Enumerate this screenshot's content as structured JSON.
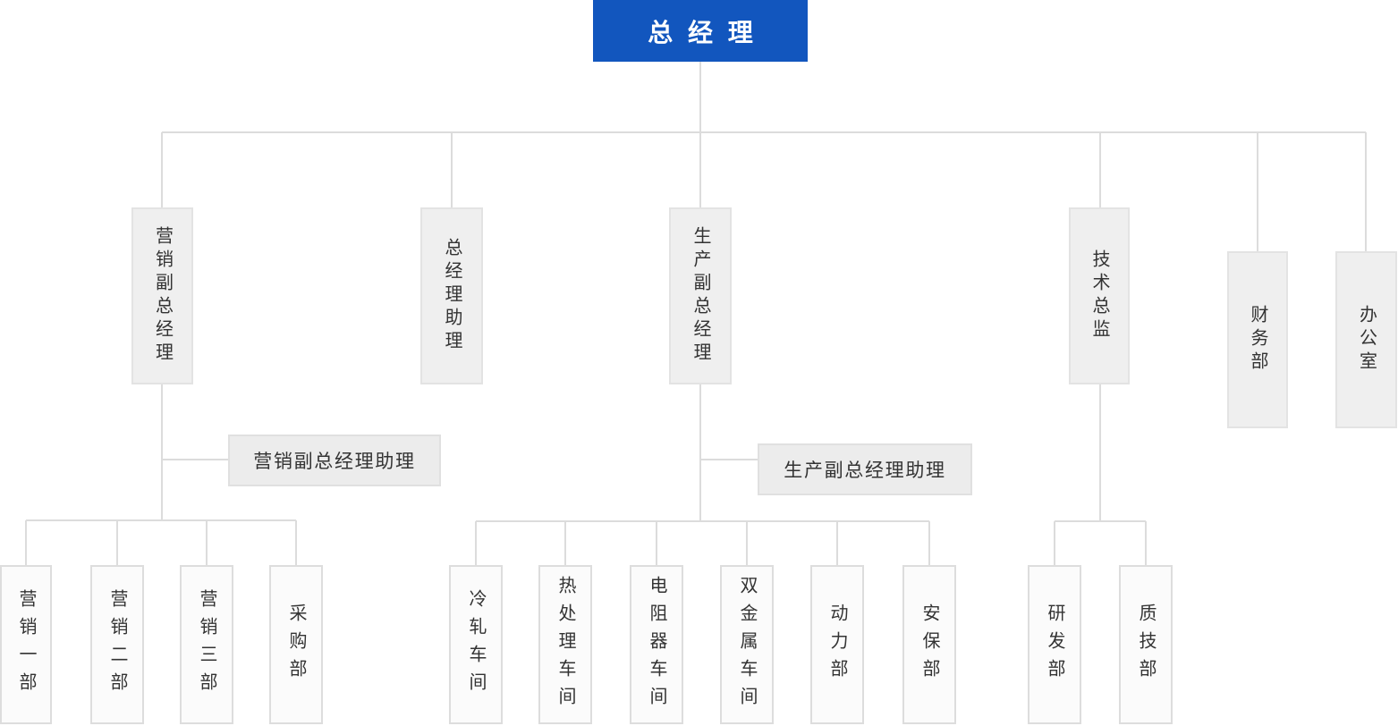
{
  "palette": {
    "accent_blue": "#1256be",
    "connector_line": "#dcdcdc",
    "branch_node_fill": "#efefef",
    "leaf_node_fill": "#fbfbfb",
    "text_color": "#333333"
  },
  "org_chart": {
    "root": {
      "label": "总经理"
    },
    "level2": [
      {
        "id": "marketing-vp",
        "label": "营销副总经理"
      },
      {
        "id": "gm-assistant",
        "label": "总经理助理"
      },
      {
        "id": "production-vp",
        "label": "生产副总经理"
      },
      {
        "id": "tech-director",
        "label": "技术总监"
      },
      {
        "id": "finance-dept",
        "label": "财务部"
      },
      {
        "id": "office",
        "label": "办公室"
      }
    ],
    "assistants": [
      {
        "id": "marketing-vp-assistant",
        "label": "营销副总经理助理"
      },
      {
        "id": "production-vp-assistant",
        "label": "生产副总经理助理"
      }
    ],
    "marketing_children": [
      {
        "label": "营销一部"
      },
      {
        "label": "营销二部"
      },
      {
        "label": "营销三部"
      },
      {
        "label": "采购部"
      }
    ],
    "production_children": [
      {
        "label": "冷轧车间"
      },
      {
        "label": "热处理车间"
      },
      {
        "label": "电阻器车间"
      },
      {
        "label": "双金属车间"
      },
      {
        "label": "动力部"
      },
      {
        "label": "安保部"
      }
    ],
    "tech_children": [
      {
        "label": "研发部"
      },
      {
        "label": "质技部"
      }
    ]
  }
}
